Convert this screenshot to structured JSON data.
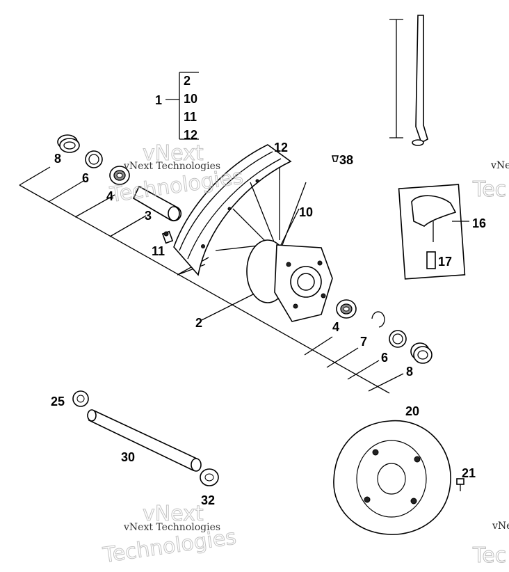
{
  "labels": {
    "p1": "1",
    "p1_2": "2",
    "p1_10": "10",
    "p1_11": "11",
    "p1_12": "12",
    "p8a": "8",
    "p6a": "6",
    "p4a": "4",
    "p3": "3",
    "p11": "11",
    "p12": "12",
    "p38": "38",
    "p10": "10",
    "p16": "16",
    "p17": "17",
    "p2": "2",
    "p4b": "4",
    "p7": "7",
    "p6b": "6",
    "p8b": "8",
    "p25": "25",
    "p30": "30",
    "p32": "32",
    "p20": "20",
    "p21": "21"
  },
  "watermark": {
    "line1": "vNext",
    "line2": "Technologies",
    "small": "vNext Technologies",
    "edge_small": "vNe",
    "edge_big": "Tec"
  },
  "colors": {
    "ink": "#000000",
    "watermark": "#bdbdbd"
  }
}
